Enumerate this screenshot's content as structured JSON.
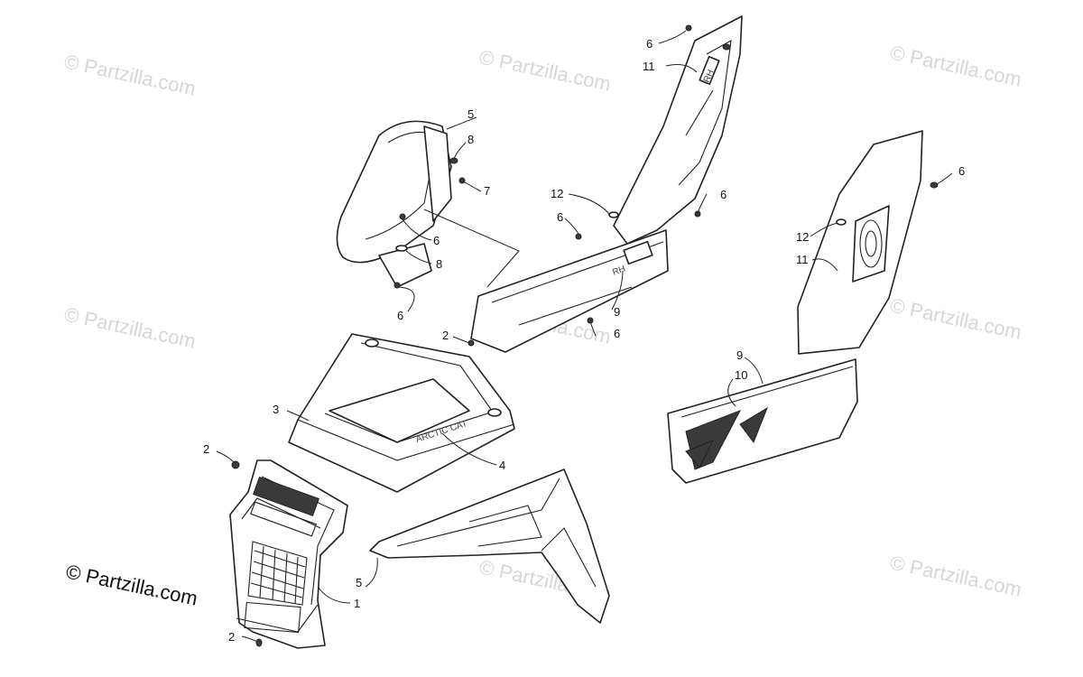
{
  "watermark_text": "© Partzilla.com",
  "credit_text": "© Partzilla.com",
  "decals": {
    "side_label": "RH",
    "hood_logo": "ARCTIC CAT"
  },
  "callouts": [
    {
      "id": "c1",
      "number": "1"
    },
    {
      "id": "c2a",
      "number": "2"
    },
    {
      "id": "c2b",
      "number": "2"
    },
    {
      "id": "c2c",
      "number": "2"
    },
    {
      "id": "c3",
      "number": "3"
    },
    {
      "id": "c4",
      "number": "4"
    },
    {
      "id": "c5a",
      "number": "5"
    },
    {
      "id": "c5b",
      "number": "5"
    },
    {
      "id": "c6a",
      "number": "6"
    },
    {
      "id": "c6b",
      "number": "6"
    },
    {
      "id": "c6c",
      "number": "6"
    },
    {
      "id": "c6d",
      "number": "6"
    },
    {
      "id": "c6e",
      "number": "6"
    },
    {
      "id": "c6f",
      "number": "6"
    },
    {
      "id": "c6g",
      "number": "6"
    },
    {
      "id": "c7",
      "number": "7"
    },
    {
      "id": "c8a",
      "number": "8"
    },
    {
      "id": "c8b",
      "number": "8"
    },
    {
      "id": "c9a",
      "number": "9"
    },
    {
      "id": "c9b",
      "number": "9"
    },
    {
      "id": "c10",
      "number": "10"
    },
    {
      "id": "c11a",
      "number": "11"
    },
    {
      "id": "c11b",
      "number": "11"
    },
    {
      "id": "c12a",
      "number": "12"
    },
    {
      "id": "c12b",
      "number": "12"
    }
  ],
  "colors": {
    "line": "#222222",
    "watermark": "#d6d6d6",
    "background": "#ffffff"
  }
}
